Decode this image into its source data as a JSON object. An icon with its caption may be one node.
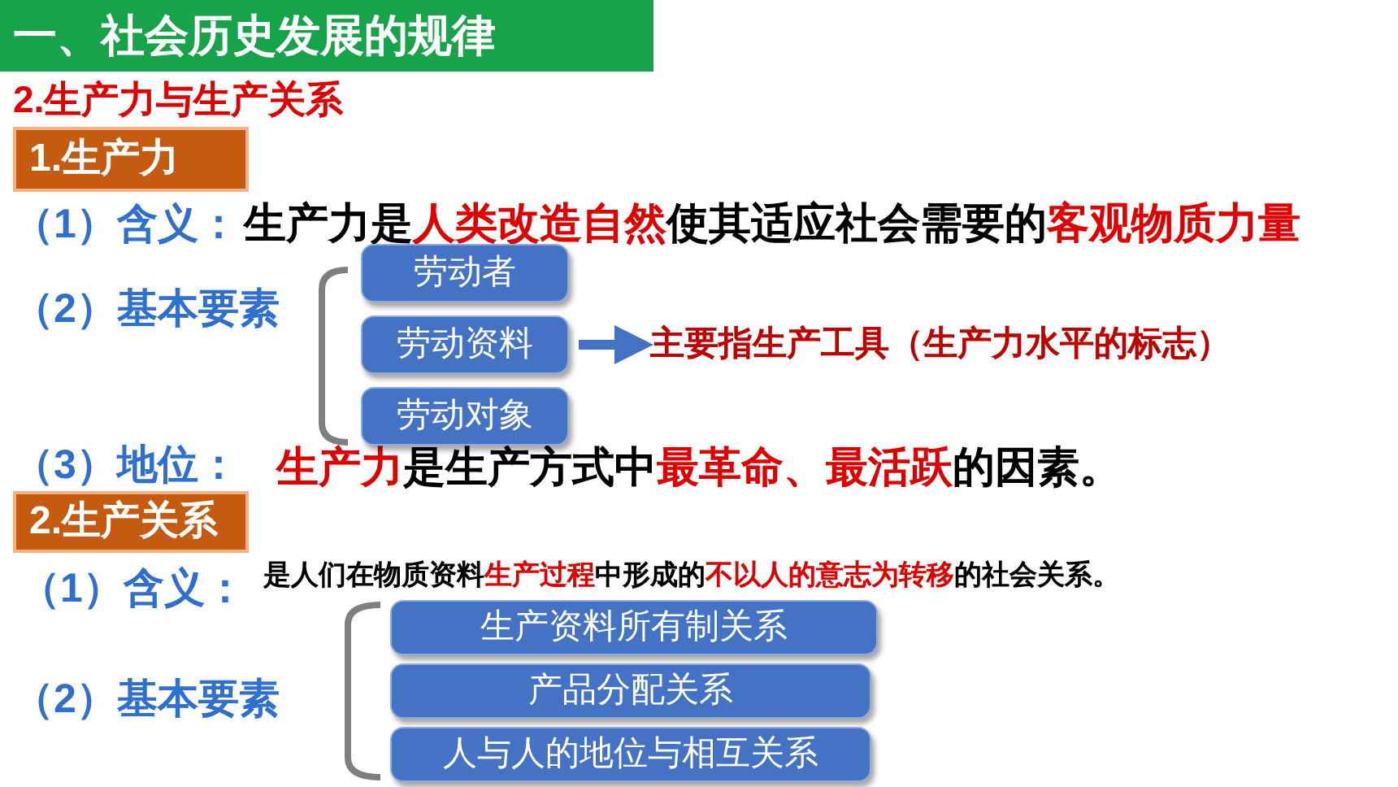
{
  "diagram": {
    "title": "一、社会历史发展的规律",
    "nodes": [
      {
        "text": [
          "1.生产力"
        ]
      },
      {
        "text": [
          "劳动者"
        ]
      },
      {
        "text": [
          "劳动资料"
        ]
      },
      {
        "text": [
          "劳动对象"
        ]
      },
      {
        "text": [
          "主要指生产工具（生产力水平的标志）"
        ]
      },
      {
        "text": [
          "2.生产关系"
        ]
      },
      {
        "text": [
          "生产资料所有制关系"
        ]
      },
      {
        "text": [
          "产品分配关系"
        ]
      },
      {
        "text": [
          "人与人的地位与相互关系"
        ]
      }
    ],
    "edges": [
      {
        "from": 2,
        "to": 4,
        "arrow": "to"
      }
    ],
    "labels": [
      "2.生产力与生产关系",
      "（1）含义：",
      "生产力是**人类改造自然**使其适应社会需要的**客观物质力量**",
      "（2）基本要素",
      "（3）地位：",
      "**生产力**是生产方式中**最革命、最活跃**的因素。",
      "（1）含义：",
      "是人们在物质资料**生产过程**中形成的**不以人的意志为转移**的社会关系。",
      "（2）基本要素"
    ]
  }
}
